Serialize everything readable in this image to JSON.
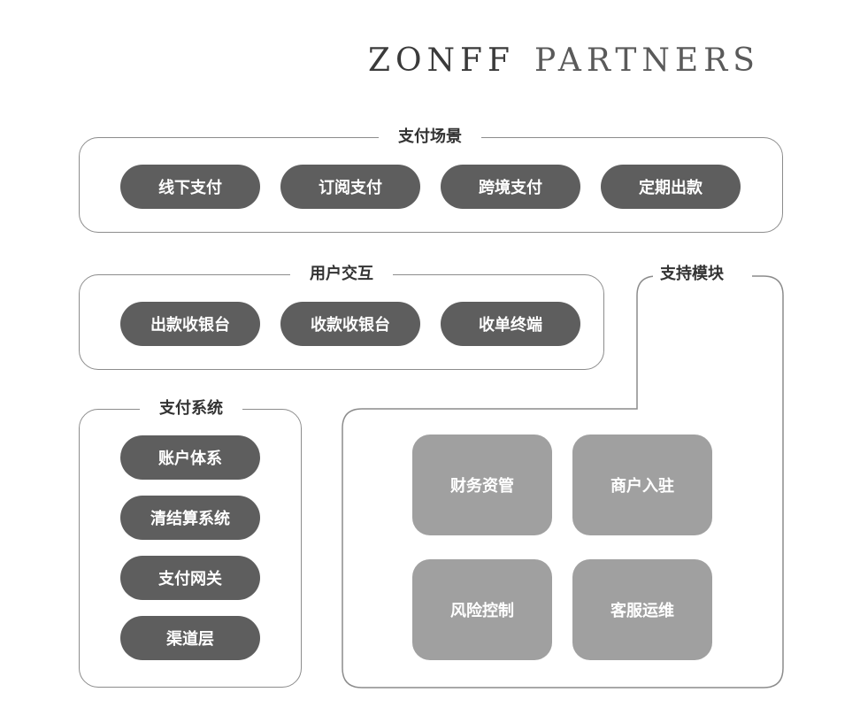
{
  "logo": {
    "part1": "ZONFF",
    "part2": "PARTNERS"
  },
  "payment_scenarios": {
    "title": "支付场景",
    "items": [
      "线下支付",
      "订阅支付",
      "跨境支付",
      "定期出款"
    ]
  },
  "user_interaction": {
    "title": "用户交互",
    "items": [
      "出款收银台",
      "收款收银台",
      "收单终端"
    ]
  },
  "payment_system": {
    "title": "支付系统",
    "items": [
      "账户体系",
      "清结算系统",
      "支付网关",
      "渠道层"
    ]
  },
  "support_modules": {
    "title": "支持模块",
    "items": [
      "财务资管",
      "商户入驻",
      "风险控制",
      "客服运维"
    ]
  }
}
